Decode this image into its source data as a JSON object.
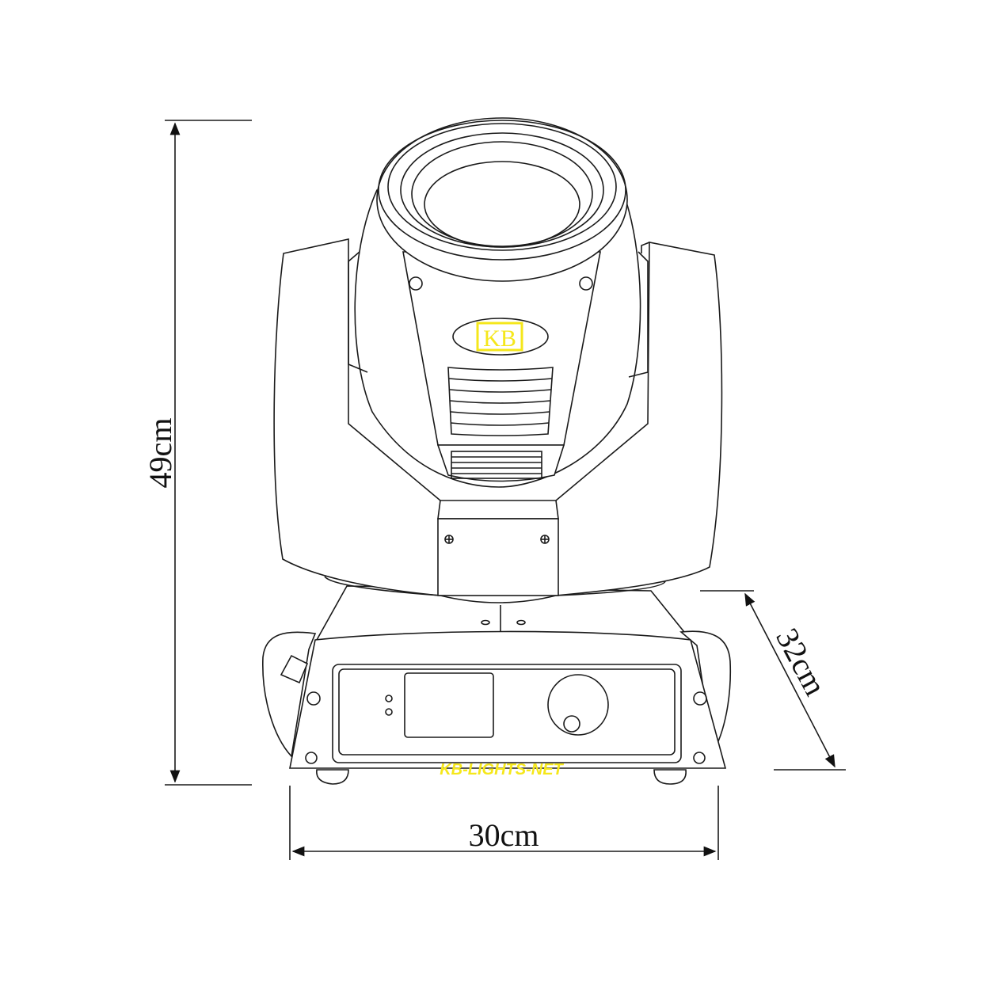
{
  "dimensions": {
    "height": "49cm",
    "depth": "32cm",
    "width": "30cm"
  },
  "logo": {
    "text": "KB",
    "color": "#f5e71b"
  },
  "watermark": {
    "text": "KB-LIGHTS-NET",
    "color": "#f5e71b"
  },
  "line_color": "#1a1a1a"
}
